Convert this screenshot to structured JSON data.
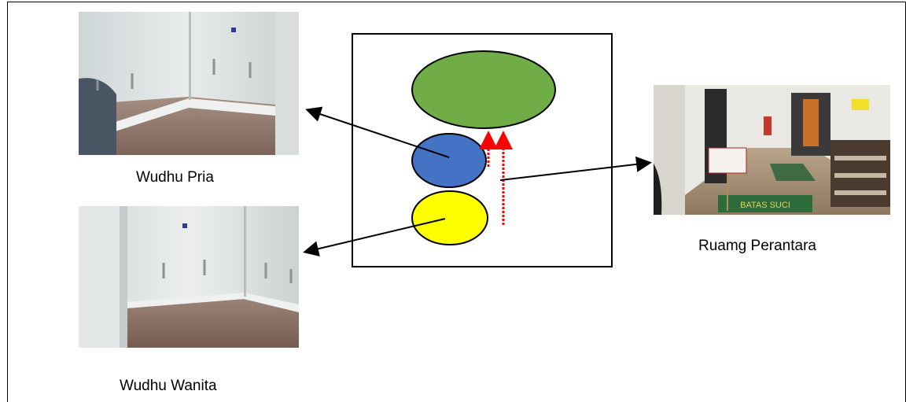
{
  "labels": {
    "wudhu_pria": "Wudhu Pria",
    "wudhu_wanita": "Wudhu Wanita",
    "ruang_perantara": "Ruamg Perantara",
    "sign_text": "BATAS SUCI"
  },
  "colors": {
    "green_area": "#70ad47",
    "blue_area": "#4472c4",
    "yellow_area": "#ffff00",
    "arrow_black": "#000000",
    "arrow_red": "#ff0000"
  }
}
